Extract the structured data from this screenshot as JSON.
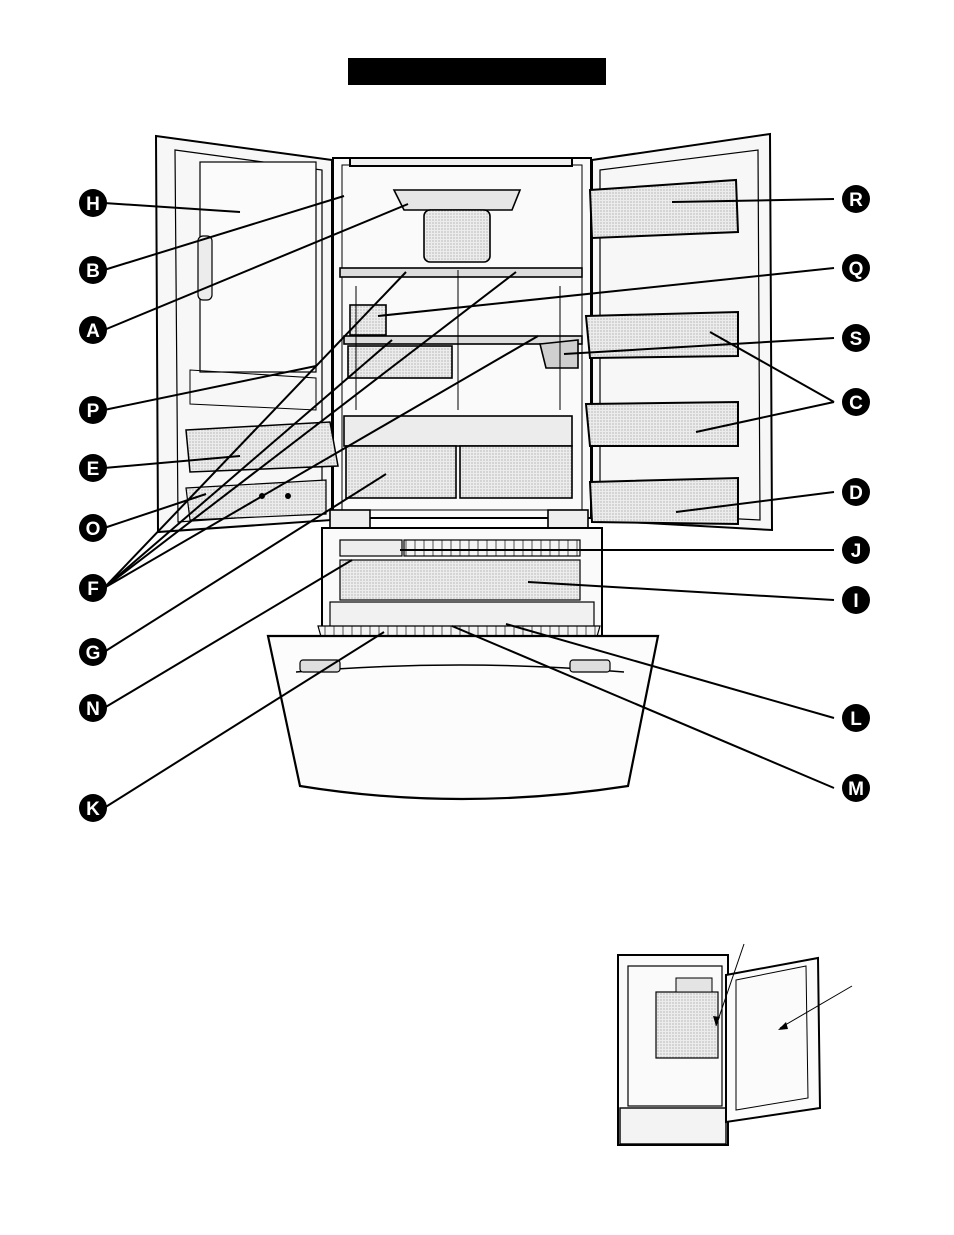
{
  "diagram": {
    "title": "",
    "callouts": [
      "H",
      "B",
      "A",
      "P",
      "E",
      "O",
      "F",
      "G",
      "N",
      "K",
      "R",
      "Q",
      "S",
      "C",
      "D",
      "J",
      "I",
      "L",
      "M"
    ]
  },
  "colors": {
    "line": "#000000",
    "panel": "#f1f1f1",
    "bin": "#dcdcdc",
    "drawer": "#d6d6d6"
  }
}
